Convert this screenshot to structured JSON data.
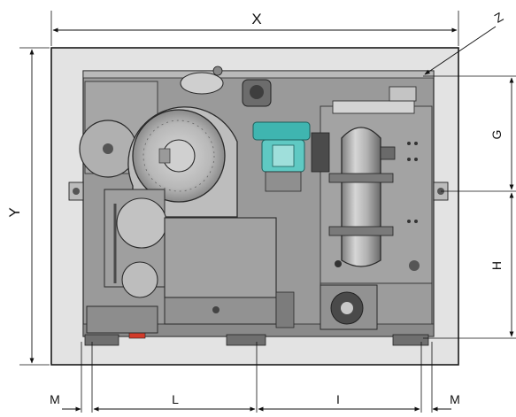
{
  "dimensions": {
    "x": "X",
    "y": "Y",
    "z": "Z",
    "g": "G",
    "h": "H",
    "l": "L",
    "i": "I",
    "m_left": "M",
    "m_right": "M"
  },
  "colors": {
    "base_plate": "#e3e3e3",
    "outline": "#1a1a1a",
    "machine_body": "#9a9a9a",
    "machine_dark": "#6e6e6e",
    "machine_light": "#c9c9c9",
    "accent_teal": "#3fb5b0",
    "accent_red": "#d23b2a"
  }
}
